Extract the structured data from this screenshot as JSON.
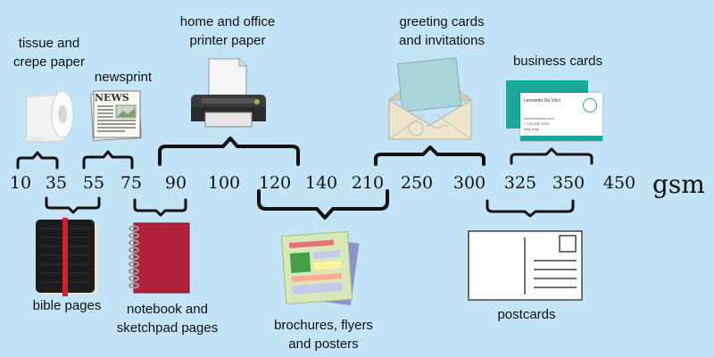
{
  "scale": {
    "ticks": [
      "10",
      "35",
      "55",
      "75",
      "90",
      "100",
      "120",
      "140",
      "210",
      "250",
      "300",
      "325",
      "350",
      "450"
    ],
    "unit": "gsm"
  },
  "labels": {
    "tissue": [
      "tissue and",
      "crepe paper"
    ],
    "newsprint": [
      "newsprint"
    ],
    "printer": [
      "home and office",
      "printer paper"
    ],
    "greeting": [
      "greeting cards",
      "and invitations"
    ],
    "business": [
      "business cards"
    ],
    "bible": [
      "bible pages"
    ],
    "notebook": [
      "notebook and",
      "sketchpad pages"
    ],
    "brochures": [
      "brochures, flyers",
      "and posters"
    ],
    "postcards": [
      "postcards"
    ]
  },
  "newspaper_masthead": "NEWS",
  "business_card": {
    "name": "Leonardo Da Vinci",
    "lines": [
      "www.leonardo.com",
      "+ 123 456 7890",
      "Italy, Italy"
    ]
  },
  "colors": {
    "background": "#c3e4f6",
    "card_teal": "#1aa89c",
    "notebook_red": "#b0233a",
    "bible_black": "#1c1c1c",
    "bible_ribbon": "#d3202f"
  }
}
